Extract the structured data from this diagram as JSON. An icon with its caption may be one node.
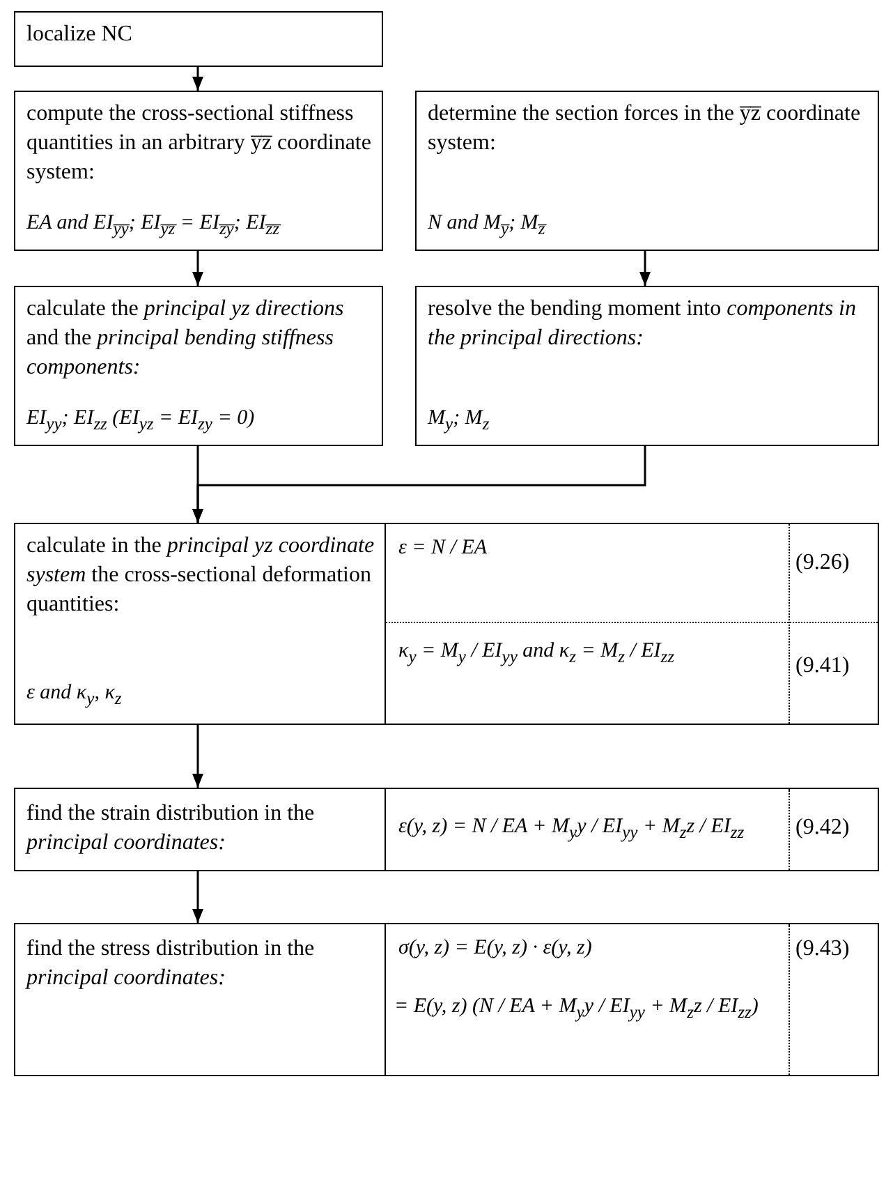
{
  "diagram": {
    "nodes": [
      {
        "text": [
          "localize NC"
        ]
      },
      {
        "text": [
          "compute the cross-sectional stiffness quantities in an arbitrary y̅z̅ coordinate system:",
          "EA and EI$_{y̅y̅}$; EI$_{y̅z̅}$ = EI$_{z̅y̅}$; EI$_{z̅z̅}$"
        ]
      },
      {
        "text": [
          "determine the section forces in the y̅z̅ coordinate system:",
          "N and M$_{y̅}$; M$_{z̅}$"
        ]
      },
      {
        "text": [
          "calculate the *principal yz directions* and the *principal bending stiffness components:*",
          "EI$_{yy}$; EI$_{zz}$  (EI$_{yz}$ = EI$_{zy}$ = 0)"
        ]
      },
      {
        "text": [
          "resolve the bending moment into *components in the principal directions:*",
          "M$_{y}$; M$_{z}$"
        ]
      },
      {
        "text": [
          "calculate in the *principal yz coordinate system* the cross-sectional deformation quantities:",
          "ε and κ$_{y}$, κ$_{z}$",
          "ε = N / EA",
          "(9.26)",
          "κ$_{y}$ = M$_{y}$ / EI$_{yy}$ and κ$_{z}$ = M$_{z}$ / EI$_{zz}$",
          "(9.41)"
        ]
      },
      {
        "text": [
          "find the strain distribution in the *principal coordinates:*",
          "ε(y, z) = N / EA + M$_{y}$y / EI$_{yy}$ + M$_{z}$z / EI$_{zz}$",
          "(9.42)"
        ]
      },
      {
        "text": [
          "find the stress distribution in the *principal coordinates:*",
          "σ(y, z) = E(y, z) · ε(y, z)",
          "(9.43)",
          "= E(y, z) (N / EA + M$_{y}$y / EI$_{yy}$ + M$_{z}$z / EI$_{zz}$)"
        ]
      }
    ],
    "edges": [
      {
        "from": 0,
        "to": 1,
        "arrow": "to"
      },
      {
        "from": 1,
        "to": 3,
        "arrow": "to"
      },
      {
        "from": 2,
        "to": 4,
        "arrow": "to"
      },
      {
        "from": 3,
        "to": 5,
        "arrow": "to"
      },
      {
        "from": 4,
        "to": 5,
        "arrow": "to"
      },
      {
        "from": 5,
        "to": 6,
        "arrow": "to"
      },
      {
        "from": 6,
        "to": 7,
        "arrow": "to"
      }
    ]
  }
}
